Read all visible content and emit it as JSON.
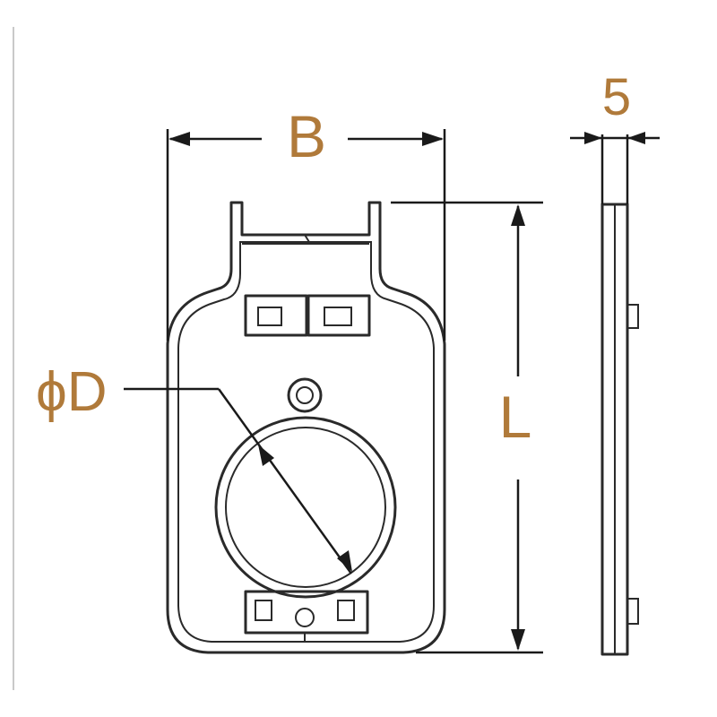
{
  "drawing": {
    "labels": {
      "width": "B",
      "thickness": "5",
      "length": "L",
      "diameter": "ϕD"
    },
    "colors": {
      "label": "#b07a3a",
      "line": "#1a1a1a"
    }
  }
}
